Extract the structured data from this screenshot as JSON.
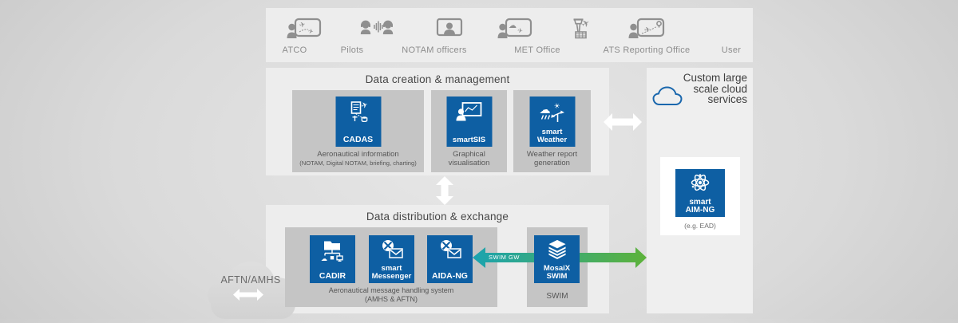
{
  "topbar": {
    "personas": [
      {
        "label": "ATCO"
      },
      {
        "label": "Pilots"
      },
      {
        "label": "NOTAM officers"
      },
      {
        "label": "MET Office"
      },
      {
        "label": "ATS Reporting Office"
      },
      {
        "label": "User"
      }
    ]
  },
  "creation": {
    "title": "Data creation & management",
    "cadas": {
      "label": "CADAS",
      "caption1": "Aeronautical information",
      "caption2": "(NOTAM, Digital NOTAM, briefing, charting)"
    },
    "smartsis": {
      "label": "smartSIS",
      "caption1": "Graphical",
      "caption2": "visualisation"
    },
    "smartweather": {
      "label1": "smart",
      "label2": "Weather",
      "caption1": "Weather report",
      "caption2": "generation"
    }
  },
  "distribution": {
    "title": "Data distribution & exchange",
    "cadir": {
      "label": "CADIR"
    },
    "messenger": {
      "label1": "smart",
      "label2": "Messenger"
    },
    "aida": {
      "label": "AIDA-NG"
    },
    "amhs_caption1": "Aeronautical message handling system",
    "amhs_caption2": "(AMHS & AFTN)",
    "mosaix": {
      "label1": "MosaiX",
      "label2": "SWIM"
    },
    "swim_caption": "SWIM"
  },
  "cloud_services": {
    "title1": "Custom large",
    "title2": "scale cloud",
    "title3": "services",
    "aimng": {
      "label1": "smart",
      "label2": "AIM-NG"
    },
    "caption": "(e.g. EAD)"
  },
  "aftn": {
    "label": "AFTN/AMHS"
  },
  "swim_gw": {
    "label": "SWIM GW"
  },
  "colors": {
    "tile_blue": "#0e5fa3",
    "panel_gray": "#ededed",
    "box_gray": "#c5c5c5",
    "teal": "#1ba3b0",
    "green": "#5db23a",
    "cloud_outline_blue": "#1a67ad",
    "icon_gray": "#8f8f8f"
  }
}
